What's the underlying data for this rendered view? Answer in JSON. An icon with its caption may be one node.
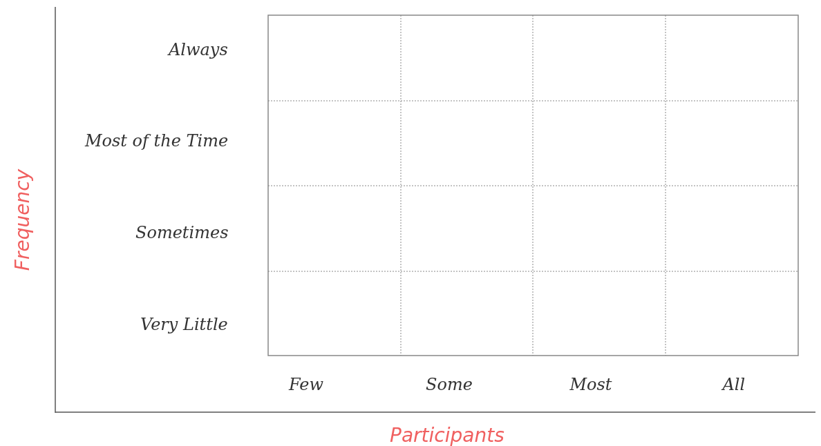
{
  "diagram": {
    "labels": [
      "Always",
      "Most of the Time",
      "Frequency",
      "Sometimes",
      "Very Little",
      "Few",
      "Some",
      "Most",
      "All",
      "Participants"
    ]
  }
}
